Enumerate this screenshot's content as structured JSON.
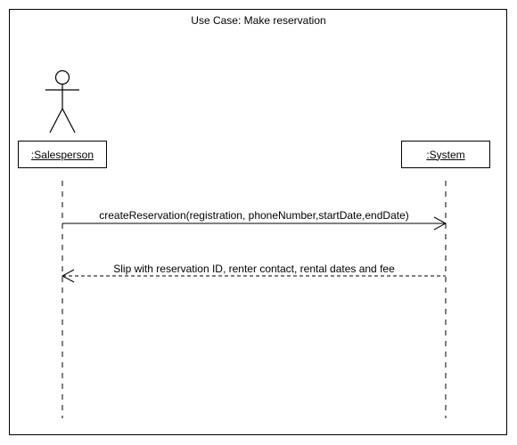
{
  "diagram": {
    "title": "Use Case: Make reservation",
    "lifelines": [
      {
        "id": "salesperson",
        "label": ":Salesperson",
        "kind": "actor"
      },
      {
        "id": "system",
        "label": ":System",
        "kind": "object"
      }
    ],
    "messages": [
      {
        "from": "salesperson",
        "to": "system",
        "type": "synchronous",
        "label": "createReservation(registration, phoneNumber,startDate,endDate)"
      },
      {
        "from": "system",
        "to": "salesperson",
        "type": "return",
        "label": "Slip with reservation ID, renter contact, rental dates and fee"
      }
    ]
  }
}
